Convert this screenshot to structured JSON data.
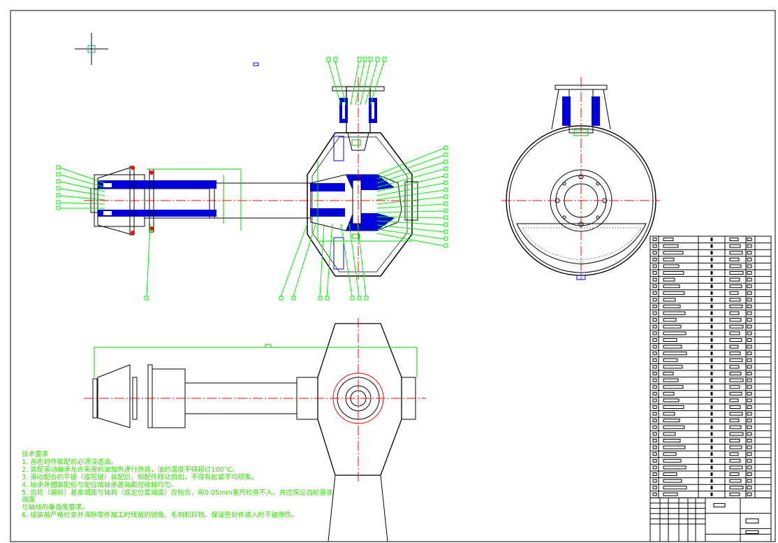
{
  "drawing": {
    "colors": {
      "outline": "#000000",
      "leader": "#00ee00",
      "center": "#ff0000",
      "bearing": "#0000ee",
      "hidden": "#888888"
    }
  },
  "technical_requirements": {
    "title": "技术要求",
    "items": [
      "1. 各密封件装配前必须浸透油。",
      "2. 装配滚动轴承允许采用机油加热进行热装，油的温度不得超过100°C。",
      "3. 滑动配合的平键（或花键）装配后，相配件移动自如，不得有松紧不均现象。",
      "4. 轴承外圈装配后与定位端轴承盖端面应接触均匀。",
      "5. 齿轮（蜗轮）基准端面与轴肩（或定位套端面）应贴合，用0.05mm塞尺检查不入。并应保证齿轮基准端面",
      "与轴线的垂直度要求。",
      "6. 组装前严格检查并清除零件加工时残留的锐角、毛刺和异物。保证密封件装入时不被擦伤。"
    ]
  }
}
